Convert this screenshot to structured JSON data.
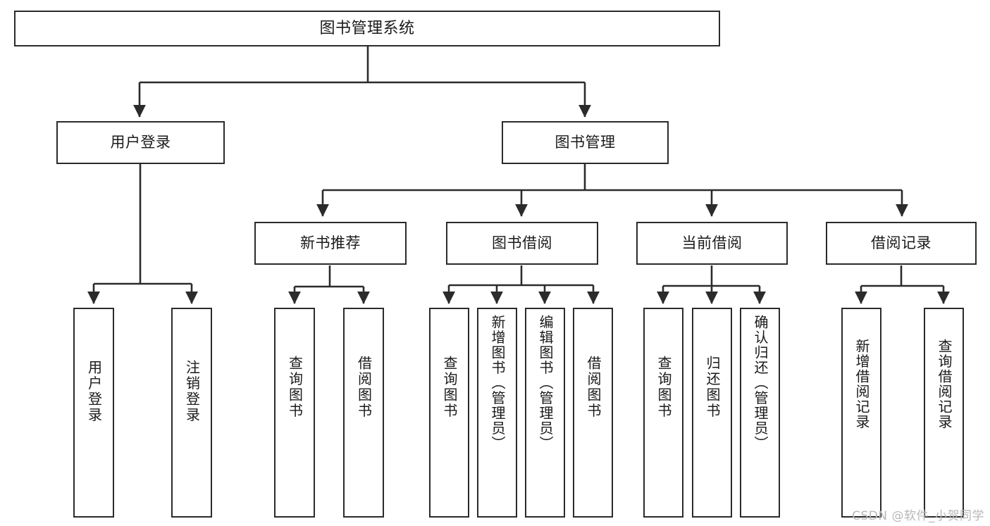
{
  "diagram": {
    "title": "图书管理系统",
    "type": "tree-hierarchy-chart",
    "watermark": "CSDN @软件_小贺同学",
    "style": {
      "box_border_color": "#2b2b2b",
      "box_fill_color": "#ffffff",
      "edge_color": "#2b2b2b",
      "text_color": "#1a1a1a",
      "background": "#ffffff",
      "watermark_color": "#b7b7b7"
    },
    "nodes": {
      "root": {
        "label": "图书管理系统"
      },
      "level1": [
        {
          "id": "user-login",
          "label": "用户登录"
        },
        {
          "id": "book-manage",
          "label": "图书管理"
        }
      ],
      "level2": [
        {
          "id": "new-book-recommend",
          "label": "新书推荐"
        },
        {
          "id": "book-borrow",
          "label": "图书借阅"
        },
        {
          "id": "current-borrow",
          "label": "当前借阅"
        },
        {
          "id": "borrow-record",
          "label": "借阅记录"
        }
      ],
      "leaves": {
        "user_login": [
          {
            "id": "leaf-user-login",
            "label": "用户登录"
          },
          {
            "id": "leaf-logout-login",
            "label": "注销登录"
          }
        ],
        "new_book_recommend": [
          {
            "id": "leaf-query-book-1",
            "label": "查询图书"
          },
          {
            "id": "leaf-borrow-book-1",
            "label": "借阅图书"
          }
        ],
        "book_borrow": [
          {
            "id": "leaf-query-book-2",
            "label": "查询图书"
          },
          {
            "id": "leaf-add-book",
            "label": "新增图书（管理员）"
          },
          {
            "id": "leaf-edit-book",
            "label": "编辑图书（管理员）"
          },
          {
            "id": "leaf-borrow-book-2",
            "label": "借阅图书"
          }
        ],
        "current_borrow": [
          {
            "id": "leaf-query-book-3",
            "label": "查询图书"
          },
          {
            "id": "leaf-return-book",
            "label": "归还图书"
          },
          {
            "id": "leaf-confirm-return",
            "label": "确认归还（管理员）"
          }
        ],
        "borrow_record": [
          {
            "id": "leaf-add-borrow-record",
            "label": "新增借阅记录"
          },
          {
            "id": "leaf-query-borrow-record",
            "label": "查询借阅记录"
          }
        ]
      }
    }
  }
}
